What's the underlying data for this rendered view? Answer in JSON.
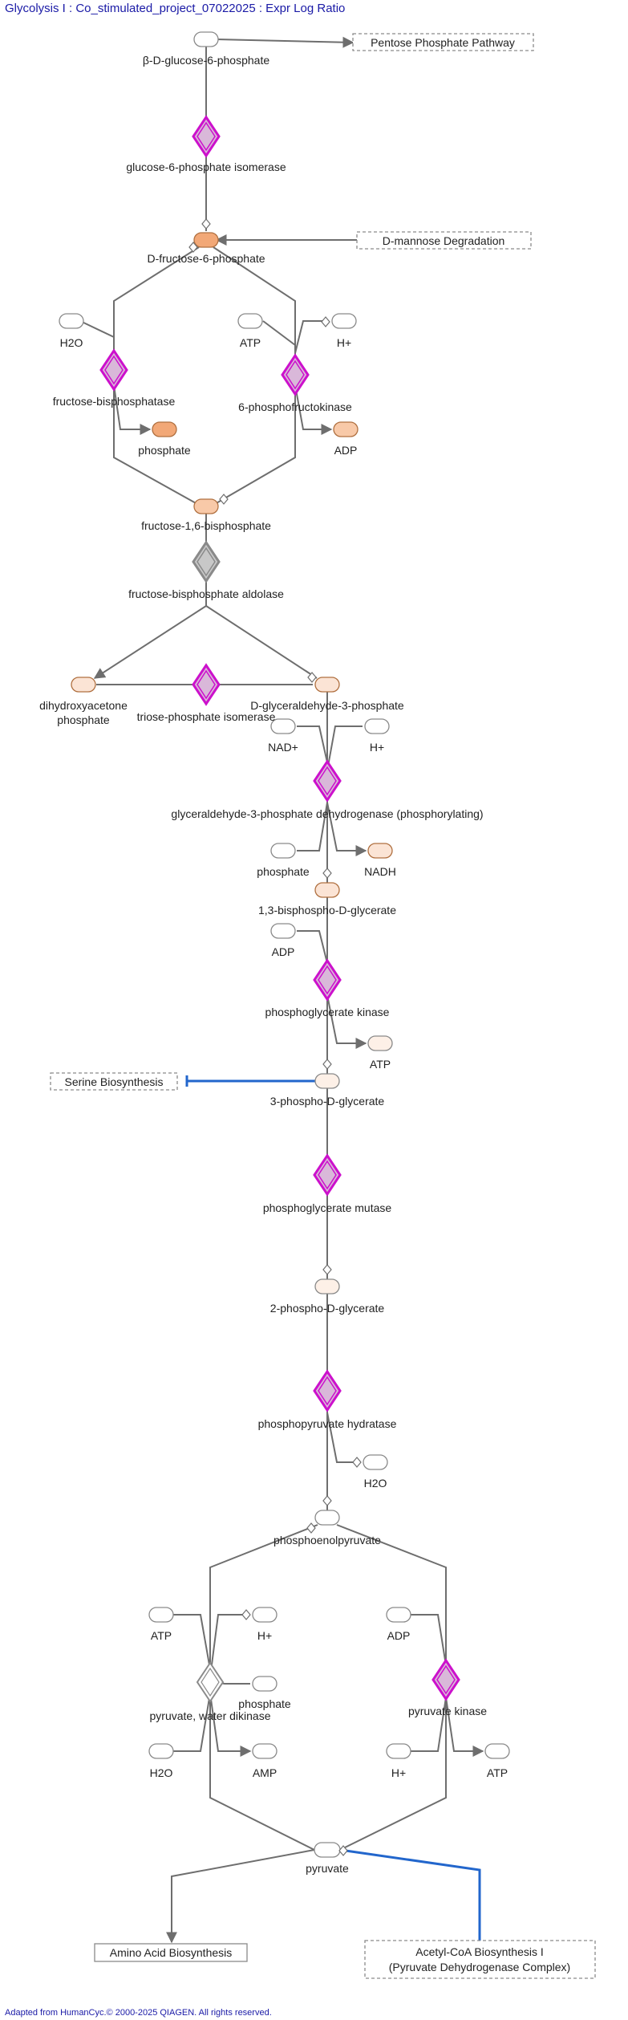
{
  "title": "Glycolysis I : Co_stimulated_project_07022025 : Expr Log Ratio",
  "footer": "Adapted from HumanCyc.© 2000-2025 QIAGEN. All rights reserved.",
  "colors": {
    "enzyme_border": "#cc11cc",
    "enzyme_fill": "#d9b8d9",
    "aldolase_border": "#8a8a8a",
    "aldolase_fill": "#c8c8c8",
    "metabolite_strong": "#f2a877",
    "metabolite_medium": "#f8c9a8",
    "metabolite_light": "#fbe4d5",
    "metabolite_none": "#ffffff",
    "edge": "#6e6e6e",
    "inhibition": "#2266cc"
  },
  "pathways": {
    "pentose": "Pentose Phosphate Pathway",
    "mannose": "D-mannose Degradation",
    "serine": "Serine Biosynthesis",
    "amino": "Amino Acid Biosynthesis",
    "acetyl_1": "Acetyl-CoA Biosynthesis I",
    "acetyl_2": "(Pyruvate Dehydrogenase Complex)"
  },
  "metabolites": {
    "g6p": "β-D-glucose-6-phosphate",
    "f6p": "D-fructose-6-phosphate",
    "h2o_a": "H2O",
    "phosphate_a": "phosphate",
    "atp_a": "ATP",
    "hplus_a": "H+",
    "adp_a": "ADP",
    "fbp": "fructose-1,6-bisphosphate",
    "dhap_1": "dihydroxyacetone",
    "dhap_2": "phosphate",
    "g3p": "D-glyceraldehyde-3-phosphate",
    "nad": "NAD+",
    "hplus_b": "H+",
    "phosphate_b": "phosphate",
    "nadh": "NADH",
    "bpg": "1,3-bisphospho-D-glycerate",
    "adp_b": "ADP",
    "atp_b": "ATP",
    "pg3": "3-phospho-D-glycerate",
    "pg2": "2-phospho-D-glycerate",
    "h2o_b": "H2O",
    "pep": "phosphoenolpyruvate",
    "atp_c": "ATP",
    "hplus_c": "H+",
    "phosphate_c": "phosphate",
    "h2o_c": "H2O",
    "amp": "AMP",
    "adp_c": "ADP",
    "hplus_d": "H+",
    "atp_d": "ATP",
    "pyruvate": "pyruvate"
  },
  "enzymes": {
    "gpi": "glucose-6-phosphate isomerase",
    "fbpase": "fructose-bisphosphatase",
    "pfk": "6-phosphofructokinase",
    "aldolase": "fructose-bisphosphate aldolase",
    "tpi": "triose-phosphate isomerase",
    "gapdh": "glyceraldehyde-3-phosphate dehydrogenase (phosphorylating)",
    "pgk": "phosphoglycerate kinase",
    "pgm": "phosphoglycerate mutase",
    "eno": "phosphopyruvate hydratase",
    "ppdk": "pyruvate, water dikinase",
    "pk": "pyruvate kinase"
  }
}
